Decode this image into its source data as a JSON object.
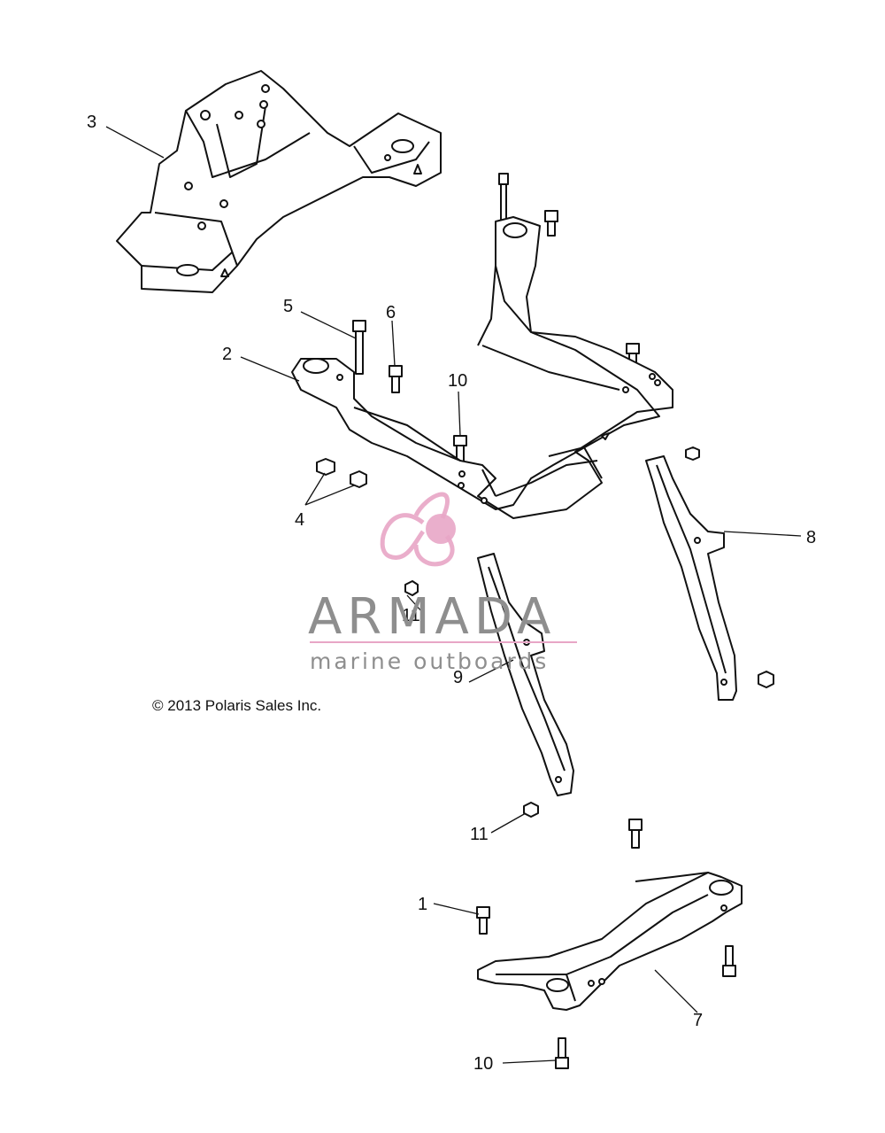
{
  "copyright": "© 2013 Polaris Sales Inc.",
  "callouts": [
    "3",
    "5",
    "6",
    "2",
    "10",
    "4",
    "8",
    "11",
    "9",
    "11",
    "1",
    "7",
    "10"
  ],
  "watermark": {
    "brand": "ARMADA",
    "tagline": "marine outboards",
    "accent_color": "#e8a6c6"
  },
  "colors": {
    "line": "#111111",
    "background": "#ffffff"
  }
}
